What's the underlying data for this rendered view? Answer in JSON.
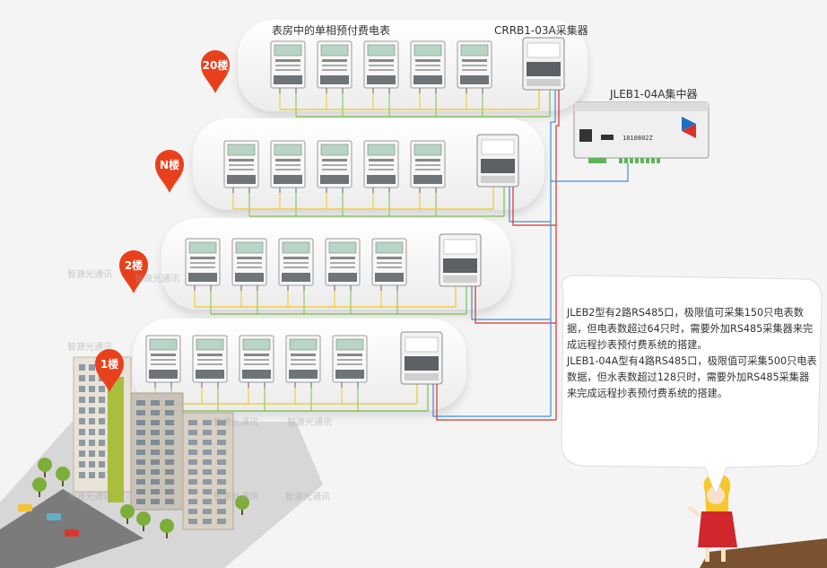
{
  "labels": {
    "meter_room": "表房中的单相预付费电表",
    "collector": "CRRB1-03A采集器",
    "concentrator": "JLEB1-04A集中器",
    "concentrator_device_id": "1810802Z"
  },
  "floors": [
    {
      "label": "20楼"
    },
    {
      "label": "N楼"
    },
    {
      "label": "2楼"
    },
    {
      "label": "1楼"
    }
  ],
  "description": {
    "para1": "JLEB2型有2路RS485口，极限值可采集150只电表数据，但电表数超过64只时，需要外加RS485采集器来完成远程抄表预付费系统的搭建。",
    "para2": "JLEB1-04A型有4路RS485口，极限值可采集500只电表数据，但水表数超过128只时，需要外加RS485采集器来完成远程抄表预付费系统的搭建。"
  },
  "watermark": "智源光通讯",
  "colors": {
    "pin_red": "#e8401c",
    "wire_yellow": "#f2c61f",
    "wire_green": "#7cc04a",
    "wire_blue": "#3a8fd8",
    "wire_red": "#d8302c"
  }
}
